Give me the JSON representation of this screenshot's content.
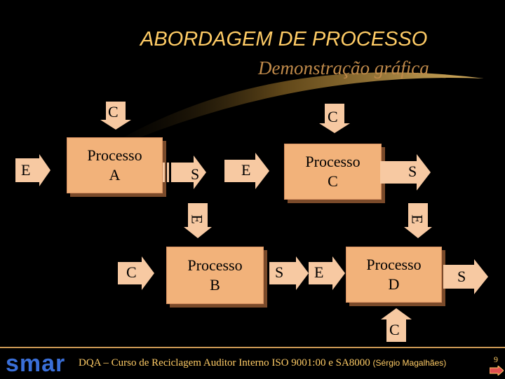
{
  "header": {
    "title": "ABORDAGEM DE PROCESSO",
    "subtitle": "Demonstração gráfica"
  },
  "processes": {
    "a": "Processo\nA",
    "b": "Processo\nB",
    "c": "Processo\nC",
    "d": "Processo\nD"
  },
  "labels": {
    "c_top_a": "C",
    "c_top_c": "C",
    "e_in_a": "E",
    "s_out_a": "S",
    "e_in_c": "E",
    "s_out_c": "S",
    "e_down_b": "E",
    "e_down_d": "E",
    "c_in_b": "C",
    "s_out_b": "S",
    "e_in_d": "E",
    "s_out_d": "S",
    "c_bottom_d": "C"
  },
  "footer": {
    "logo": "smar",
    "text": "DQA – Curso de Reciclagem Auditor Interno ISO 9001:00 e SA8000",
    "author": "(Sérgio Magalhães)",
    "page": "9"
  },
  "colors": {
    "background": "#000000",
    "process_box": "#f2b27a",
    "arrow_fill": "#f7c9a2",
    "title": "#ffcc66",
    "logo": "#3a6fd8"
  }
}
